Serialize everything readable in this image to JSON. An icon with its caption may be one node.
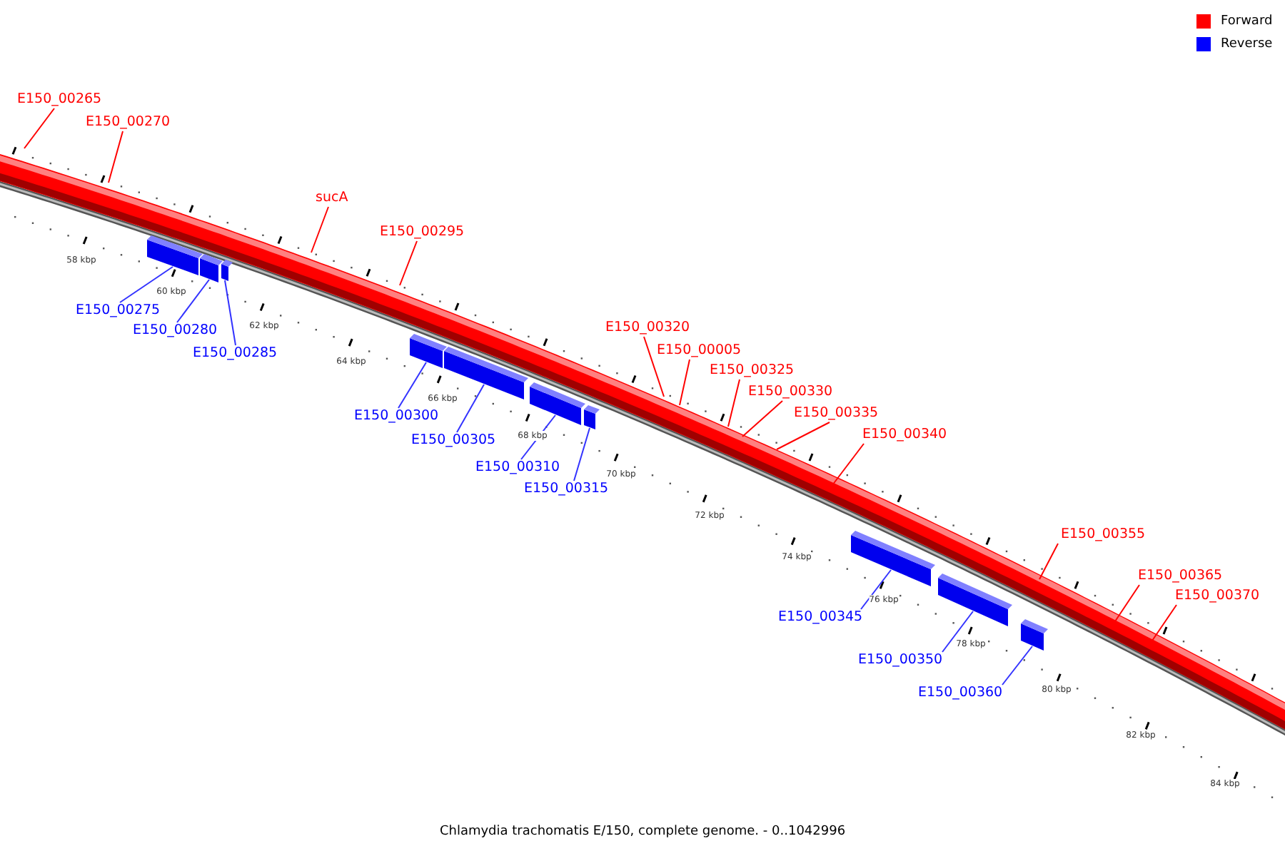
{
  "diagram": {
    "caption": "Chlamydia trachomatis E/150, complete genome. - 0..1042996",
    "nodes": [
      {
        "text": [
          "E150_00265"
        ]
      },
      {
        "text": [
          "E150_00270"
        ]
      },
      {
        "text": [
          "sucA"
        ]
      },
      {
        "text": [
          "E150_00295"
        ]
      },
      {
        "text": [
          "E150_00320"
        ]
      },
      {
        "text": [
          "E150_00005"
        ]
      },
      {
        "text": [
          "E150_00325"
        ]
      },
      {
        "text": [
          "E150_00330"
        ]
      },
      {
        "text": [
          "E150_00335"
        ]
      },
      {
        "text": [
          "E150_00340"
        ]
      },
      {
        "text": [
          "E150_00355"
        ]
      },
      {
        "text": [
          "E150_00365"
        ]
      },
      {
        "text": [
          "E150_00370"
        ]
      },
      {
        "text": [
          "E150_00275"
        ]
      },
      {
        "text": [
          "E150_00280"
        ]
      },
      {
        "text": [
          "E150_00285"
        ]
      },
      {
        "text": [
          "E150_00300"
        ]
      },
      {
        "text": [
          "E150_00305"
        ]
      },
      {
        "text": [
          "E150_00310"
        ]
      },
      {
        "text": [
          "E150_00315"
        ]
      },
      {
        "text": [
          "E150_00345"
        ]
      },
      {
        "text": [
          "E150_00350"
        ]
      },
      {
        "text": [
          "E150_00360"
        ]
      },
      {
        "text": [],
        "shape": "bar"
      },
      {
        "text": [],
        "shape": "bar"
      },
      {
        "text": [],
        "shape": "bar"
      },
      {
        "text": [],
        "shape": "bar"
      },
      {
        "text": [],
        "shape": "bar"
      },
      {
        "text": [],
        "shape": "bar"
      },
      {
        "text": [],
        "shape": "bar"
      },
      {
        "text": [],
        "shape": "bar"
      },
      {
        "text": [],
        "shape": "bar"
      },
      {
        "text": [],
        "shape": "bar"
      }
    ],
    "edges": [
      {
        "from": 0,
        "to": null,
        "arrow": "none"
      },
      {
        "from": 1,
        "to": null,
        "arrow": "none"
      },
      {
        "from": 2,
        "to": null,
        "arrow": "none"
      },
      {
        "from": 3,
        "to": null,
        "arrow": "none"
      },
      {
        "from": 4,
        "to": null,
        "arrow": "none"
      },
      {
        "from": 5,
        "to": null,
        "arrow": "none"
      },
      {
        "from": 6,
        "to": null,
        "arrow": "none"
      },
      {
        "from": 7,
        "to": null,
        "arrow": "none"
      },
      {
        "from": 8,
        "to": null,
        "arrow": "none"
      },
      {
        "from": 9,
        "to": null,
        "arrow": "none"
      },
      {
        "from": 10,
        "to": null,
        "arrow": "none"
      },
      {
        "from": 11,
        "to": null,
        "arrow": "none"
      },
      {
        "from": 12,
        "to": null,
        "arrow": "none"
      },
      {
        "from": 13,
        "to": 23,
        "arrow": "none",
        "color": "#3333ff"
      },
      {
        "from": 14,
        "to": 24,
        "arrow": "none",
        "color": "#3333ff"
      },
      {
        "from": 15,
        "to": 25,
        "arrow": "none",
        "color": "#3333ff"
      },
      {
        "from": 16,
        "to": 26,
        "arrow": "none",
        "color": "#3333ff"
      },
      {
        "from": 17,
        "to": 27,
        "arrow": "none",
        "color": "#3333ff"
      },
      {
        "from": 18,
        "to": 28,
        "arrow": "none",
        "color": "#3333ff"
      },
      {
        "from": 19,
        "to": 29,
        "arrow": "none",
        "color": "#3333ff"
      },
      {
        "from": 20,
        "to": 30,
        "arrow": "none",
        "color": "#3333ff"
      },
      {
        "from": 21,
        "to": 31,
        "arrow": "none",
        "color": "#3333ff"
      },
      {
        "from": 22,
        "to": 32,
        "arrow": "none",
        "color": "#3333ff"
      }
    ],
    "labels": [
      "58 kbp",
      "60 kbp",
      "62 kbp",
      "64 kbp",
      "66 kbp",
      "68 kbp",
      "70 kbp",
      "72 kbp",
      "74 kbp",
      "76 kbp",
      "78 kbp",
      "80 kbp",
      "82 kbp",
      "84 kbp"
    ],
    "legend": [
      {
        "text": "Forward",
        "color": "#ff0000"
      },
      {
        "text": "Reverse",
        "color": "#0000ff"
      }
    ]
  }
}
